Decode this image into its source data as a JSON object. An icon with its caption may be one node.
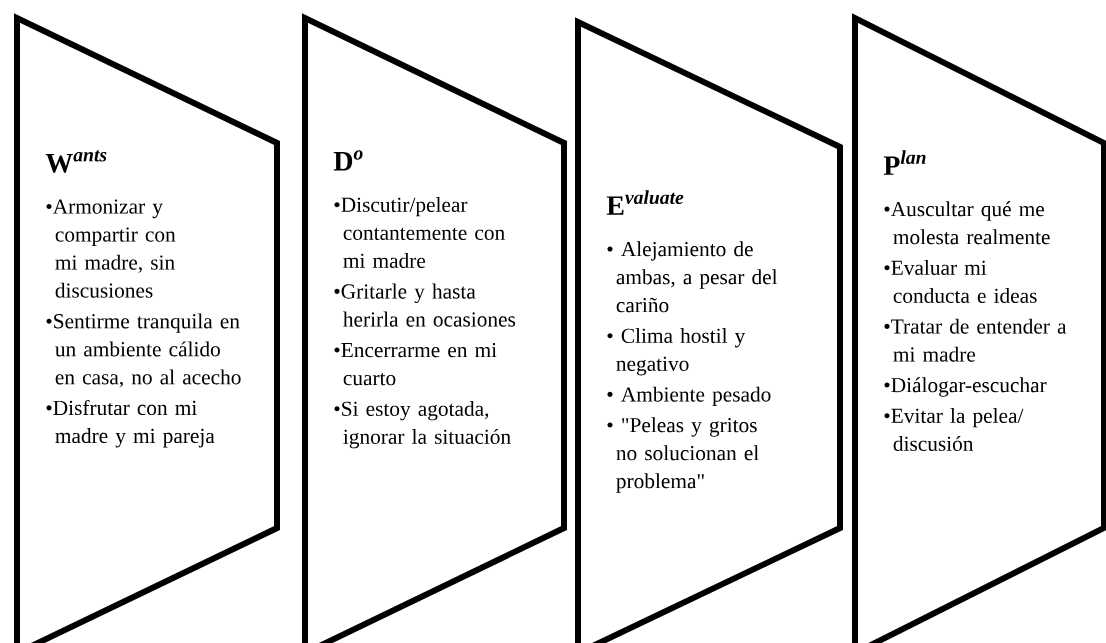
{
  "diagram": {
    "nodes": [
      {
        "text": [
          "\\textbf{W}^{\\textbf{\\textit{ants}}}",
          "•Armonizar y compartir con mi madre, sin discusiones",
          "•Sentirme tranquila en un ambiente cálido en casa, no al acecho",
          "•Disfrutar con mi madre y mi pareja"
        ]
      },
      {
        "text": [
          "\\textbf{D}^{\\textbf{\\textit{o}}}",
          "•Discutir/pelear contantemente con mi madre",
          "•Gritarle y hasta herirla en ocasiones",
          "•Encerrarme en mi cuarto",
          "•Si estoy agotada, ignorar la situación"
        ]
      },
      {
        "text": [
          "\\textbf{E}^{\\textbf{\\textit{valuate}}}",
          "• Alejamiento de ambas, a pesar del cariño",
          "• Clima hostil y negativo",
          "• Ambiente pesado",
          "• \"Peleas y gritos no solucionan el problema\""
        ]
      },
      {
        "text": [
          "\\textbf{P}^{\\textbf{\\textit{lan}}}",
          "•Auscultar qué me molesta realmente",
          "•Evaluar mi conducta e ideas",
          "•Tratar de entender a mi madre",
          "•Diálogar-escuchar",
          "•Evitar la pelea/ discusión"
        ]
      }
    ]
  }
}
